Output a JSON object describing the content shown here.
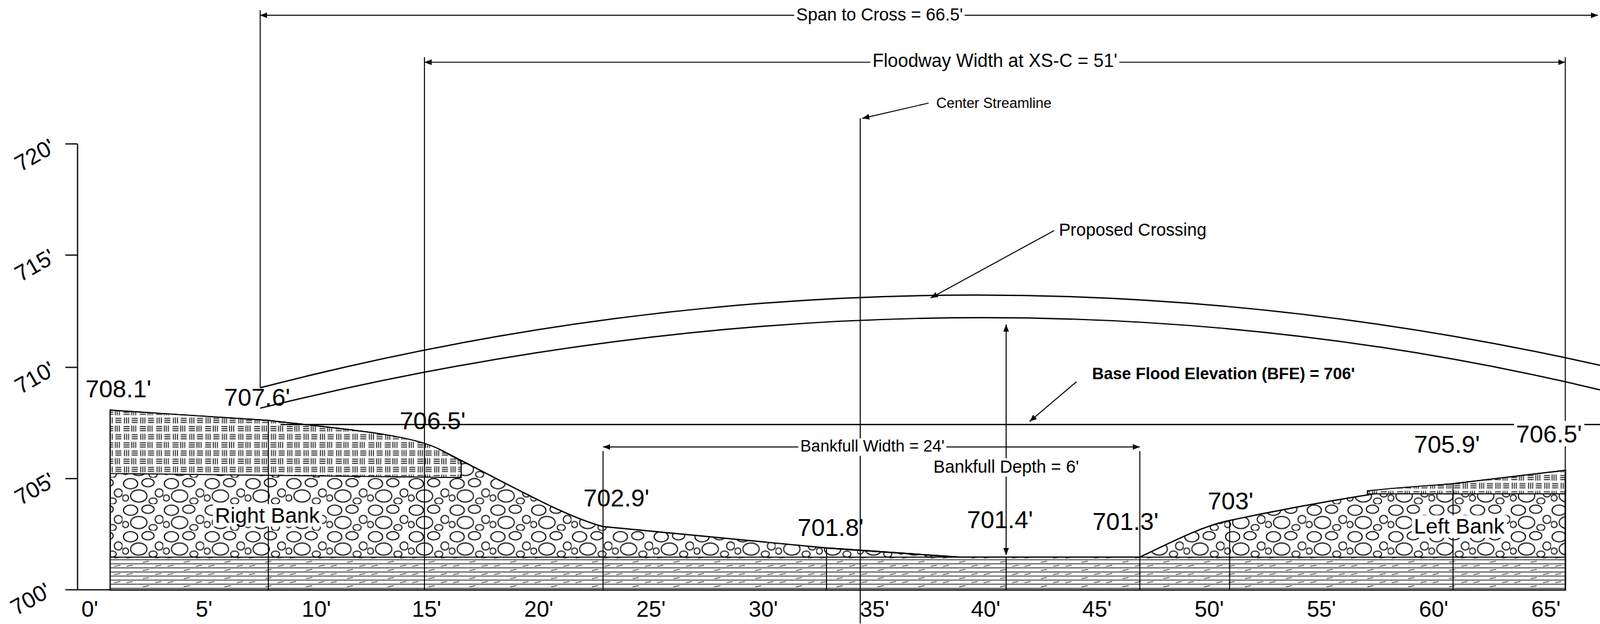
{
  "diagram": {
    "labels": [
      "Span to Cross = 66.5'",
      "Floodway Width at XS-C = 51'",
      "Center Streamline",
      "720'",
      "Proposed Crossing",
      "715'",
      "710'",
      "708.1'",
      "707.6'",
      "Base Flood Elevation (BFE) = 706'",
      "706.5'",
      "Bankfull Width = 24'",
      "Bankfull Depth = 6'",
      "705.9'",
      "706.5'",
      "705'",
      "702.9'",
      "703'",
      "Right Bank",
      "701.8'",
      "701.4'",
      "701.3'",
      "Left Bank",
      "700'",
      "0'",
      "5'",
      "10'",
      "15'",
      "20'",
      "25'",
      "30'",
      "35'",
      "40'",
      "45'",
      "50'",
      "55'",
      "60'",
      "65'"
    ]
  }
}
